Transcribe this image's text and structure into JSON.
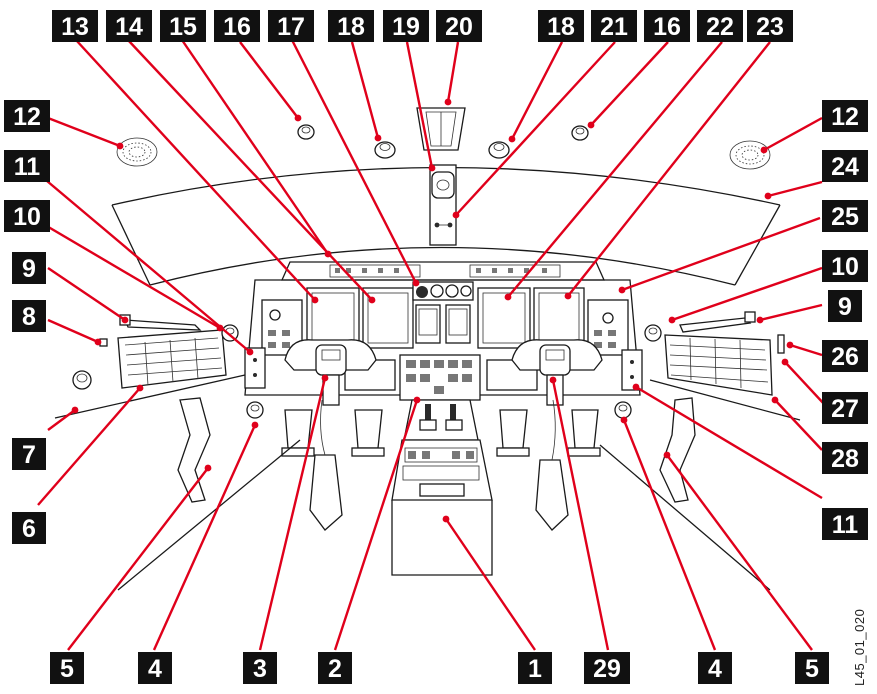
{
  "figure": {
    "reference_code": "L45_01_020",
    "accent_color": "#e0001b",
    "callout_box_color": "#111111"
  },
  "callouts": [
    {
      "id": "c13-top",
      "label": "13"
    },
    {
      "id": "c14-top",
      "label": "14"
    },
    {
      "id": "c15-top",
      "label": "15"
    },
    {
      "id": "c16-top-left",
      "label": "16"
    },
    {
      "id": "c17-top",
      "label": "17"
    },
    {
      "id": "c18-top-left",
      "label": "18"
    },
    {
      "id": "c19-top",
      "label": "19"
    },
    {
      "id": "c20-top",
      "label": "20"
    },
    {
      "id": "c18-top-right",
      "label": "18"
    },
    {
      "id": "c21-top",
      "label": "21"
    },
    {
      "id": "c16-top-right",
      "label": "16"
    },
    {
      "id": "c22-top",
      "label": "22"
    },
    {
      "id": "c23-top",
      "label": "23"
    },
    {
      "id": "c12-left",
      "label": "12"
    },
    {
      "id": "c11-left",
      "label": "11"
    },
    {
      "id": "c10-left",
      "label": "10"
    },
    {
      "id": "c9-left",
      "label": "9"
    },
    {
      "id": "c8-left",
      "label": "8"
    },
    {
      "id": "c7-left",
      "label": "7"
    },
    {
      "id": "c6-left",
      "label": "6"
    },
    {
      "id": "c12-right",
      "label": "12"
    },
    {
      "id": "c24-right",
      "label": "24"
    },
    {
      "id": "c25-right",
      "label": "25"
    },
    {
      "id": "c10-right",
      "label": "10"
    },
    {
      "id": "c9-right",
      "label": "9"
    },
    {
      "id": "c26-right",
      "label": "26"
    },
    {
      "id": "c27-right",
      "label": "27"
    },
    {
      "id": "c28-right",
      "label": "28"
    },
    {
      "id": "c11-right",
      "label": "11"
    },
    {
      "id": "c5-bottom-left",
      "label": "5"
    },
    {
      "id": "c4-bottom-left",
      "label": "4"
    },
    {
      "id": "c3-bottom",
      "label": "3"
    },
    {
      "id": "c2-bottom",
      "label": "2"
    },
    {
      "id": "c1-bottom",
      "label": "1"
    },
    {
      "id": "c29-bottom",
      "label": "29"
    },
    {
      "id": "c4-bottom-right",
      "label": "4"
    },
    {
      "id": "c5-bottom-right",
      "label": "5"
    }
  ]
}
